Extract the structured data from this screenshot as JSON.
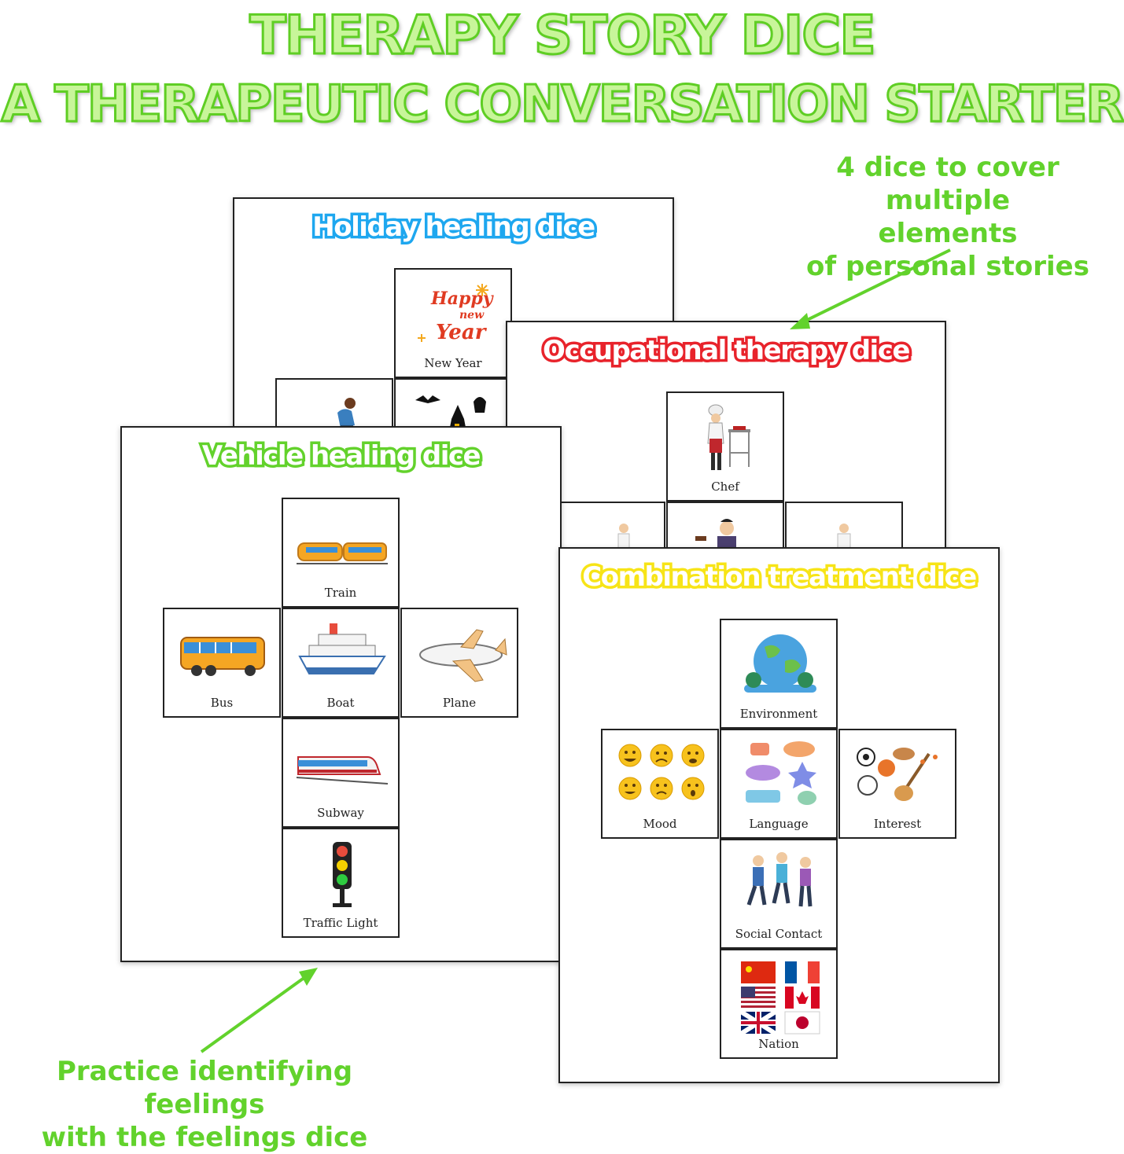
{
  "header": {
    "title_line1": "THERAPY STORY DICE",
    "title_line2": "A THERAPEUTIC CONVERSATION STARTER"
  },
  "notes": {
    "top_right": [
      "4 dice to cover multiple",
      "elements",
      "of personal stories"
    ],
    "bottom_left": [
      "Practice identifying feelings",
      "with the feelings dice"
    ]
  },
  "sheets": {
    "holiday": {
      "title": "Holiday healing dice",
      "color": "#1ea7ef",
      "cells": [
        "New Year"
      ]
    },
    "occupational": {
      "title": "Occupational therapy dice",
      "color": "#e8232b",
      "cells": [
        "Chef"
      ]
    },
    "vehicle": {
      "title": "Vehicle healing dice",
      "color": "#63d22c",
      "cells": [
        "Train",
        "Bus",
        "Boat",
        "Plane",
        "Subway",
        "Traffic Light"
      ]
    },
    "combination": {
      "title": "Combination treatment dice",
      "color": "#f7e417",
      "cells": [
        "Environment",
        "Mood",
        "Language",
        "Interest",
        "Social Contact",
        "Nation"
      ]
    }
  },
  "icons": {
    "new_year_art": {
      "line1": "Happy",
      "line2": "new",
      "line3": "Year"
    }
  }
}
